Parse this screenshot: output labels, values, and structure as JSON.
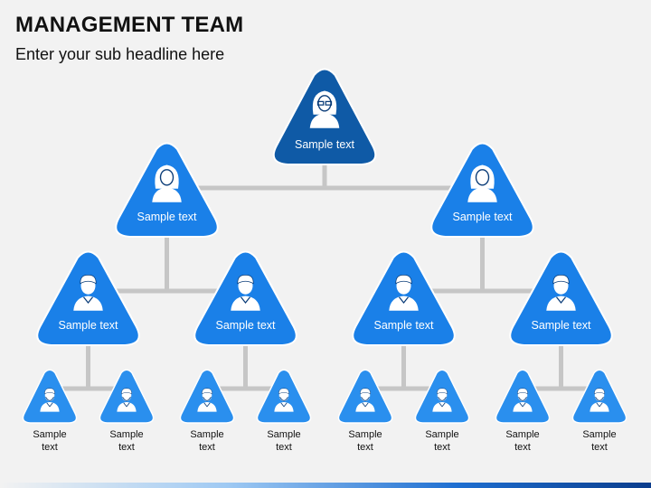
{
  "header": {
    "title": "MANAGEMENT TEAM",
    "subtitle": "Enter your sub headline here"
  },
  "colors": {
    "level1": "#0f5aa6",
    "level2": "#1a80e8",
    "level3": "#1a80e8",
    "level4": "#2a8fee",
    "connector": "#c6c6c6",
    "icon": "#ffffff"
  },
  "org": {
    "id": "n0",
    "level": 1,
    "label": "Sample text",
    "icon": "female-glasses-avatar-icon",
    "children": [
      {
        "id": "n1",
        "level": 2,
        "label": "Sample text",
        "icon": "female-avatar-icon",
        "children": [
          {
            "id": "n3",
            "level": 3,
            "label": "Sample text",
            "icon": "male-avatar-icon",
            "children": [
              {
                "id": "n7",
                "level": 4,
                "label": "Sample\ntext",
                "icon": "male-beard-avatar-icon"
              },
              {
                "id": "n8",
                "level": 4,
                "label": "Sample\ntext",
                "icon": "male-beard-avatar-icon"
              }
            ]
          },
          {
            "id": "n4",
            "level": 3,
            "label": "Sample text",
            "icon": "male-avatar-icon",
            "children": [
              {
                "id": "n9",
                "level": 4,
                "label": "Sample\ntext",
                "icon": "male-beard-avatar-icon"
              },
              {
                "id": "n10",
                "level": 4,
                "label": "Sample\ntext",
                "icon": "male-beard-avatar-icon"
              }
            ]
          }
        ]
      },
      {
        "id": "n2",
        "level": 2,
        "label": "Sample text",
        "icon": "female-avatar-icon",
        "children": [
          {
            "id": "n5",
            "level": 3,
            "label": "Sample text",
            "icon": "male-avatar-icon",
            "children": [
              {
                "id": "n11",
                "level": 4,
                "label": "Sample\ntext",
                "icon": "male-beard-avatar-icon"
              },
              {
                "id": "n12",
                "level": 4,
                "label": "Sample\ntext",
                "icon": "male-beard-avatar-icon"
              }
            ]
          },
          {
            "id": "n6",
            "level": 3,
            "label": "Sample text",
            "icon": "male-avatar-icon",
            "children": [
              {
                "id": "n13",
                "level": 4,
                "label": "Sample\ntext",
                "icon": "male-beard-avatar-icon"
              },
              {
                "id": "n14",
                "level": 4,
                "label": "Sample\ntext",
                "icon": "male-beard-avatar-icon"
              }
            ]
          }
        ]
      }
    ]
  }
}
